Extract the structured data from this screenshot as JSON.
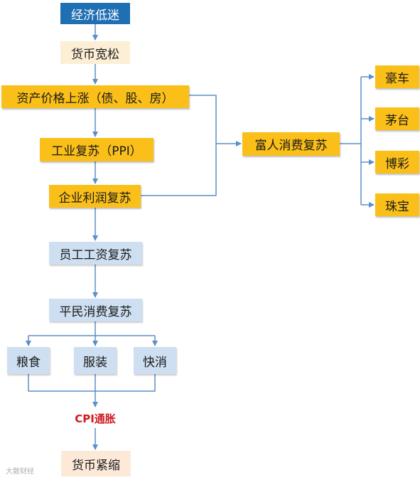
{
  "diagram": {
    "nodes": {
      "jingji_dimi": "经济低迷",
      "huobi_kuansong": "货币宽松",
      "zichan_jiage": "资产价格上涨（债、股、房）",
      "gongye_fusu": "工业复苏（PPI）",
      "qiye_lirun": "企业利润复苏",
      "furen_xiaofei": "富人消费复苏",
      "haoche": "豪车",
      "maotai": "茅台",
      "bocai": "博彩",
      "zhubao": "珠宝",
      "yuangong_gongzi": "员工工资复苏",
      "pingmin_xiaofei": "平民消费复苏",
      "liangshi": "粮食",
      "fuzhuang": "服装",
      "kuaixiao": "快消",
      "cpi_tongzhang": "CPI通胀",
      "huobi_jinsuo": "货币紧缩"
    },
    "colors": {
      "blue": "#1f6fb3",
      "gold": "#fbbf19",
      "light_blue": "#cddff1",
      "cream": "#fdeed6",
      "red_text": "#d01820",
      "connector": "#5b8fc7"
    }
  },
  "watermark": "大散财经"
}
